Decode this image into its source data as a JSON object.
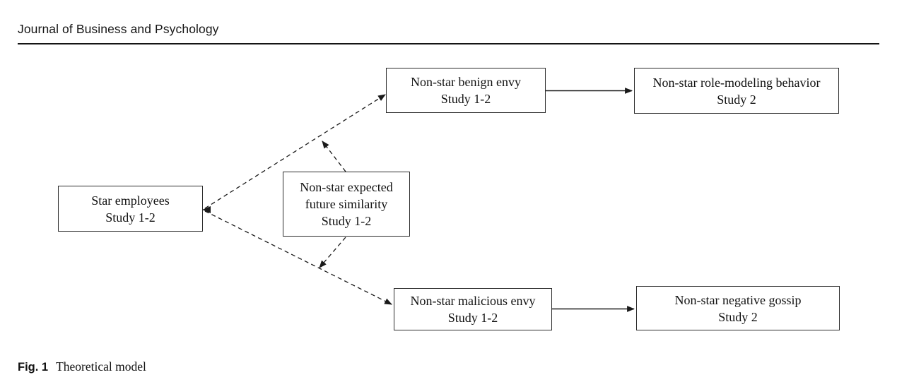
{
  "page": {
    "journal_header": "Journal of Business and Psychology"
  },
  "figure": {
    "caption_label": "Fig. 1",
    "caption_text": "Theoretical model",
    "colors": {
      "background": "#ffffff",
      "text": "#111111",
      "box_border": "#2b2b2b",
      "line": "#1a1a1a"
    },
    "nodes": [
      {
        "id": "star-employees",
        "label": "Star employees",
        "study": "Study 1-2"
      },
      {
        "id": "expected-similarity",
        "label": "Non-star expected future similarity",
        "study": "Study 1-2"
      },
      {
        "id": "benign-envy",
        "label": "Non-star benign envy",
        "study": "Study 1-2"
      },
      {
        "id": "role-modeling",
        "label": "Non-star role-modeling behavior",
        "study": "Study 2"
      },
      {
        "id": "malicious-envy",
        "label": "Non-star malicious envy",
        "study": "Study 1-2"
      },
      {
        "id": "negative-gossip",
        "label": "Non-star negative gossip",
        "study": "Study 2"
      }
    ],
    "edges": [
      {
        "from": "star-employees",
        "to": "benign-envy",
        "style": "dashed"
      },
      {
        "from": "star-employees",
        "to": "malicious-envy",
        "style": "dashed"
      },
      {
        "from": "expected-similarity",
        "to": "path-star-benign-envy",
        "style": "dashed"
      },
      {
        "from": "expected-similarity",
        "to": "path-star-malicious-envy",
        "style": "dashed"
      },
      {
        "from": "benign-envy",
        "to": "role-modeling",
        "style": "solid"
      },
      {
        "from": "malicious-envy",
        "to": "negative-gossip",
        "style": "solid"
      }
    ]
  }
}
